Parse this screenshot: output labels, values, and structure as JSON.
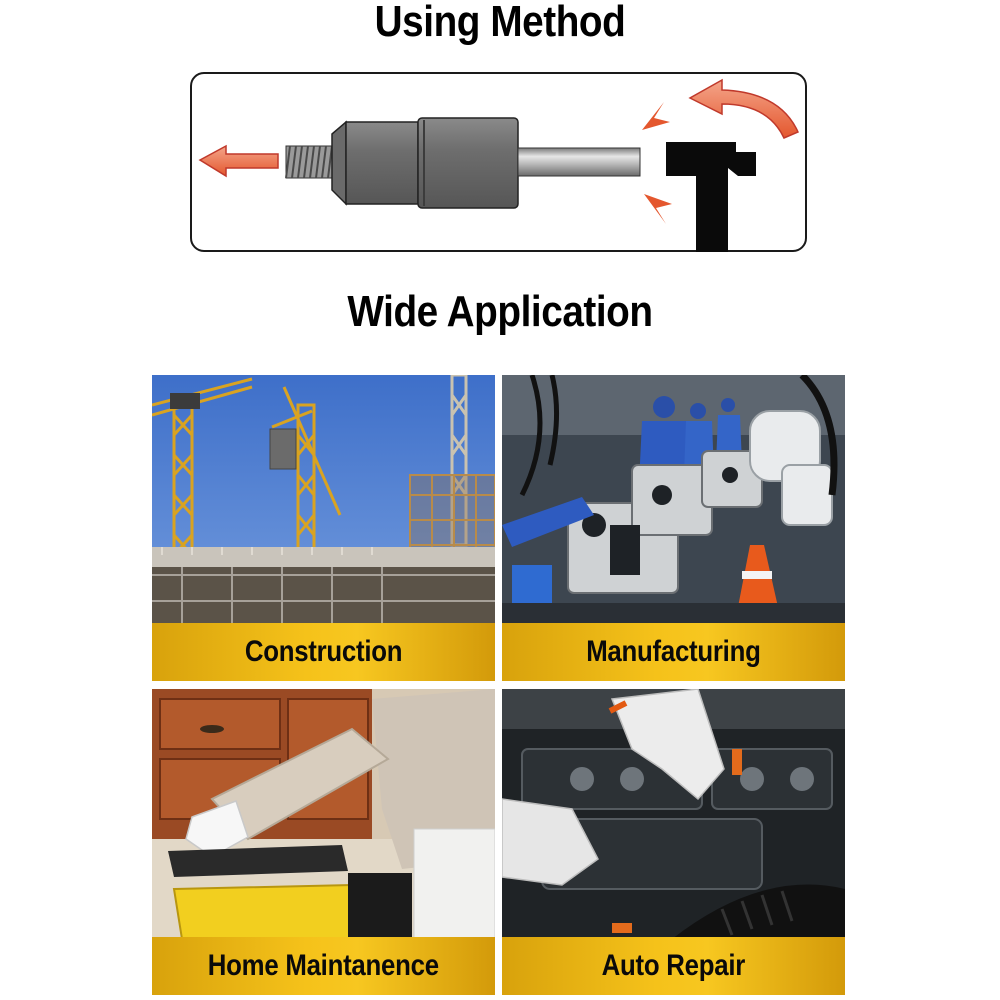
{
  "method": {
    "title": "Using Method"
  },
  "application": {
    "title": "Wide Application",
    "tiles": [
      {
        "label": "Construction"
      },
      {
        "label": "Manufacturing"
      },
      {
        "label": "Home Maintanence"
      },
      {
        "label": "Auto Repair"
      }
    ]
  },
  "colors": {
    "banner": "#f5c21a",
    "arrow": "#e4572e",
    "frame": "#1a1a1a"
  },
  "icons": {
    "hammer": "hammer-icon",
    "socket": "socket-bit-icon",
    "arrow": "arrow-icon"
  }
}
